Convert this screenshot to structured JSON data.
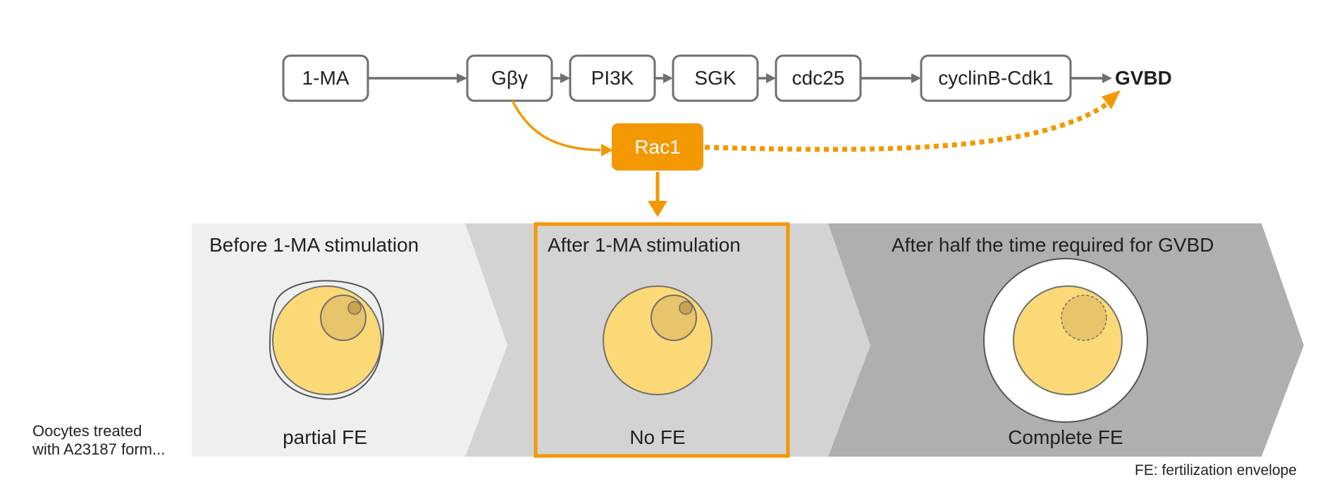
{
  "pathway": {
    "nodes": {
      "ma": "1-MA",
      "gbg": "Gβγ",
      "pi3k": "PI3K",
      "sgk": "SGK",
      "cdc25": "cdc25",
      "cyclin": "cyclinB-Cdk1",
      "gvbd": "GVBD",
      "rac1": "Rac1"
    }
  },
  "panels": [
    {
      "title": "Before 1-MA stimulation",
      "caption": "partial FE"
    },
    {
      "title": "After 1-MA stimulation",
      "caption": "No FE"
    },
    {
      "title": "After half the time required for GVBD",
      "caption": "Complete FE"
    }
  ],
  "side_label": [
    "Oocytes treated",
    "with A23187 form..."
  ],
  "footnote": "FE: fertilization envelope",
  "colors": {
    "accent": "#f39800",
    "box_border": "#6f6f6f",
    "yolk": "#fcd977",
    "nucleus": "#e8c46a",
    "panel1": "#eef0ef",
    "panel2": "#d3d3d3",
    "panel3": "#afafaf"
  }
}
